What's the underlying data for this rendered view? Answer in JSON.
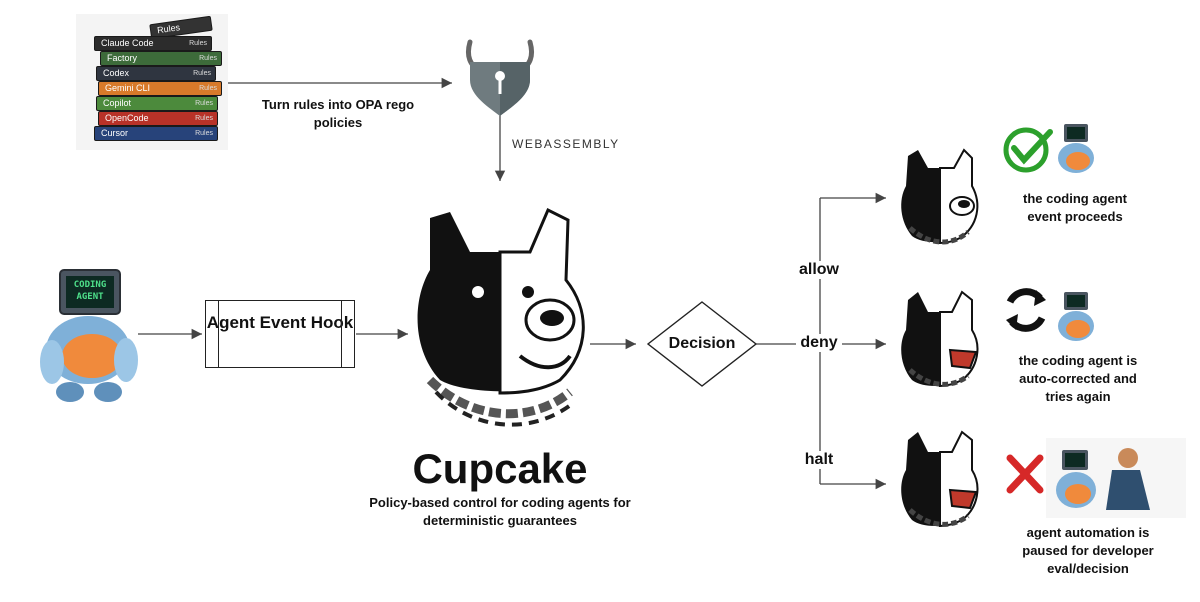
{
  "books": {
    "top_label": "Rules",
    "items": [
      {
        "label": "Claude Code",
        "color": "#2c2c2c"
      },
      {
        "label": "Factory",
        "color": "#3d6b3a"
      },
      {
        "label": "Codex",
        "color": "#2f3540"
      },
      {
        "label": "Gemini CLI",
        "color": "#d87a2a"
      },
      {
        "label": "Copilot",
        "color": "#4c8a3c"
      },
      {
        "label": "OpenCode",
        "color": "#b83228"
      },
      {
        "label": "Cursor",
        "color": "#27437a"
      }
    ],
    "spine_label": "Rules"
  },
  "rules_to_opa_label": "Turn rules into OPA rego policies",
  "opa_icon": "opa-viking-helmet-icon",
  "webassembly_label": "WEBASSEMBLY",
  "coding_agent_screen": "CODING AGENT",
  "hook_label": "Agent Event Hook",
  "brand_name": "Cupcake",
  "tagline": "Policy-based control for coding agents for deterministic guarantees",
  "decision_label": "Decision",
  "branches": {
    "allow": "allow",
    "deny": "deny",
    "halt": "halt"
  },
  "outcomes": {
    "allow": "the coding agent event proceeds",
    "deny": "the coding agent is auto-corrected and tries again",
    "halt": "agent automation is paused for developer eval/decision"
  },
  "colors": {
    "check": "#2ca02c",
    "cross": "#d62828",
    "line": "#444444"
  }
}
